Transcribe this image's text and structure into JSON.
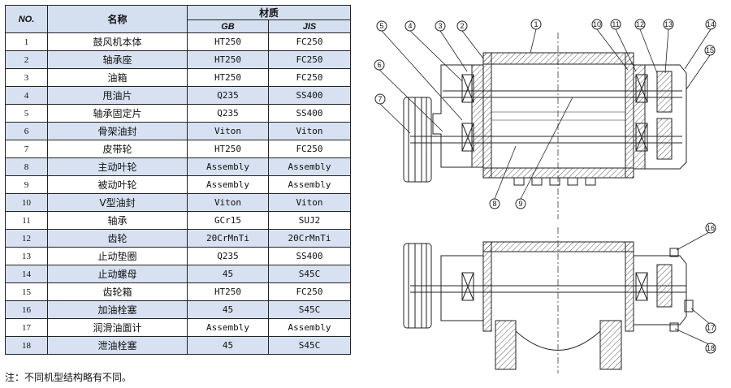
{
  "table": {
    "headers": {
      "no": "NO.",
      "name": "名称",
      "material": "材质",
      "gb": "GB",
      "jis": "JIS"
    },
    "rows": [
      {
        "no": "1",
        "name": "鼓风机本体",
        "gb": "HT250",
        "jis": "FC250"
      },
      {
        "no": "2",
        "name": "轴承座",
        "gb": "HT250",
        "jis": "FC250"
      },
      {
        "no": "3",
        "name": "油箱",
        "gb": "HT250",
        "jis": "FC250"
      },
      {
        "no": "4",
        "name": "甩油片",
        "gb": "Q235",
        "jis": "SS400"
      },
      {
        "no": "5",
        "name": "轴承固定片",
        "gb": "Q235",
        "jis": "SS400"
      },
      {
        "no": "6",
        "name": "骨架油封",
        "gb": "Viton",
        "jis": "Viton"
      },
      {
        "no": "7",
        "name": "皮带轮",
        "gb": "HT250",
        "jis": "FC250"
      },
      {
        "no": "8",
        "name": "主动叶轮",
        "gb": "Assembly",
        "jis": "Assembly"
      },
      {
        "no": "9",
        "name": "被动叶轮",
        "gb": "Assembly",
        "jis": "Assembly"
      },
      {
        "no": "10",
        "name": "V型油封",
        "gb": "Viton",
        "jis": "Viton"
      },
      {
        "no": "11",
        "name": "轴承",
        "gb": "GCr15",
        "jis": "SUJ2"
      },
      {
        "no": "12",
        "name": "齿轮",
        "gb": "20CrMnTi",
        "jis": "20CrMnTi"
      },
      {
        "no": "13",
        "name": "止动垫圈",
        "gb": "Q235",
        "jis": "SS400"
      },
      {
        "no": "14",
        "name": "止动螺母",
        "gb": "45",
        "jis": "S45C"
      },
      {
        "no": "15",
        "name": "齿轮箱",
        "gb": "HT250",
        "jis": "FC250"
      },
      {
        "no": "16",
        "name": "加油栓塞",
        "gb": "45",
        "jis": "S45C"
      },
      {
        "no": "17",
        "name": "润滑油面计",
        "gb": "Assembly",
        "jis": "Assembly"
      },
      {
        "no": "18",
        "name": "泄油栓塞",
        "gb": "45",
        "jis": "S45C"
      }
    ]
  },
  "note": "注：不同机型结构略有不同。",
  "callouts": [
    "1",
    "2",
    "3",
    "4",
    "5",
    "6",
    "7",
    "8",
    "9",
    "10",
    "11",
    "12",
    "13",
    "14",
    "15",
    "16",
    "17",
    "18"
  ]
}
